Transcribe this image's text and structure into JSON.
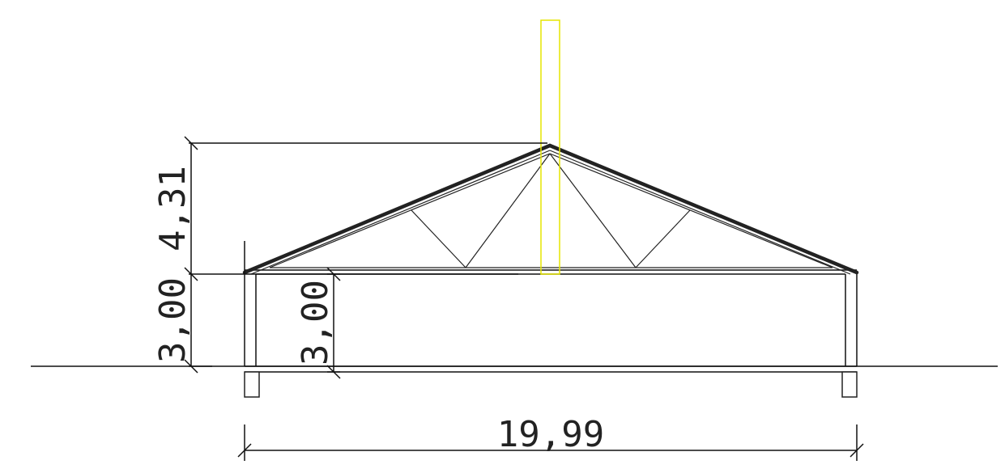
{
  "drawing": {
    "dimensions": {
      "roof_height": "4,31",
      "wall_height_outer": "3,00",
      "wall_height_inner": "3,00",
      "total_width": "19,99"
    },
    "colors": {
      "line": "#222222",
      "chimney": "#e6e600",
      "background": "#ffffff"
    }
  }
}
